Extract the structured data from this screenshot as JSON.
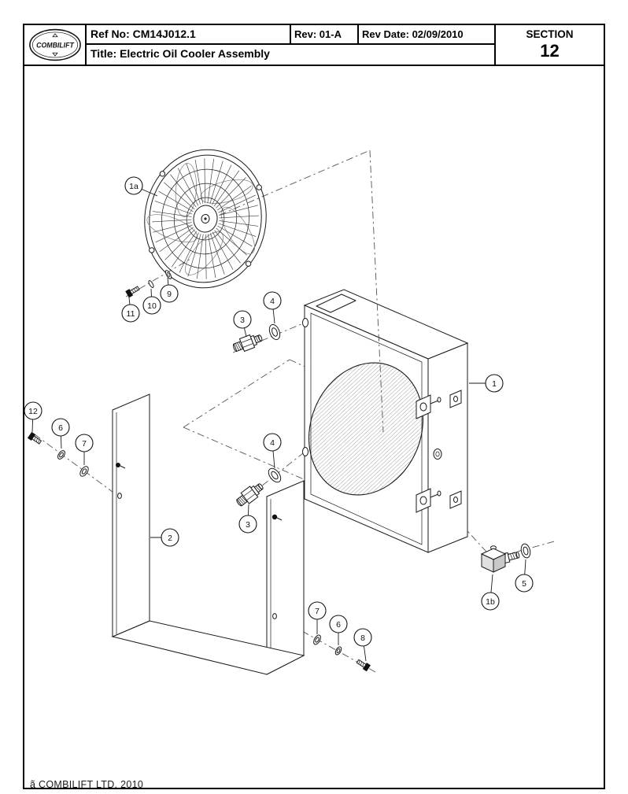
{
  "title_block": {
    "logo_text": "COMBILIFT",
    "ref_no": "Ref No: CM14J012.1",
    "rev": "Rev: 01-A",
    "rev_date": "Rev Date: 02/09/2010",
    "section_label": "SECTION",
    "section_number": "12",
    "title": "Title: Electric Oil Cooler Assembly"
  },
  "footer": {
    "copyright": "ã  COMBILIFT LTD. 2010"
  },
  "diagram": {
    "line_color": "#1a1a1a",
    "background": "#ffffff",
    "callouts": [
      {
        "label": "1a"
      },
      {
        "label": "11"
      },
      {
        "label": "10"
      },
      {
        "label": "9"
      },
      {
        "label": "3"
      },
      {
        "label": "4"
      },
      {
        "label": "1"
      },
      {
        "label": "12"
      },
      {
        "label": "6"
      },
      {
        "label": "7"
      },
      {
        "label": "4"
      },
      {
        "label": "3"
      },
      {
        "label": "2"
      },
      {
        "label": "5"
      },
      {
        "label": "1b"
      },
      {
        "label": "7"
      },
      {
        "label": "6"
      },
      {
        "label": "8"
      }
    ]
  }
}
